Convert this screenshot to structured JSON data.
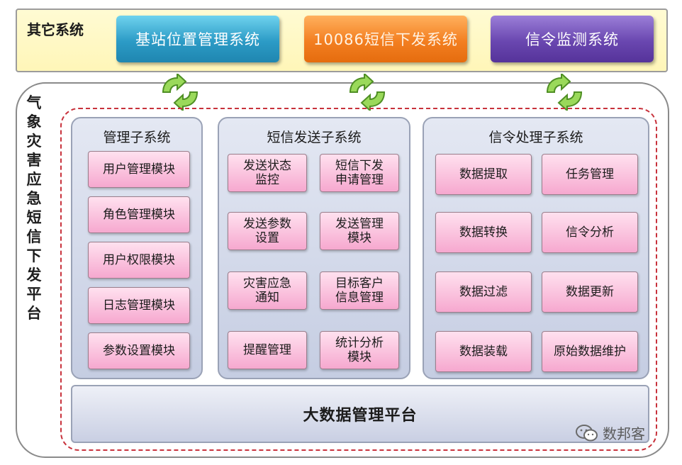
{
  "top": {
    "label": "其它系统",
    "systems": [
      "基站位置管理系统",
      "10086短信下发系统",
      "信令监测系统"
    ]
  },
  "main": {
    "title_chars": [
      "气",
      "象",
      "灾",
      "害",
      "应",
      "急",
      "短",
      "信",
      "下",
      "发",
      "平",
      "台"
    ],
    "subsystems": [
      {
        "title": "管理子系统",
        "modules": [
          "用户管理模块",
          "角色管理模块",
          "用户权限模块",
          "日志管理模块",
          "参数设置模块"
        ]
      },
      {
        "title": "短信发送子系统",
        "modules": [
          [
            "发送状态",
            "监控"
          ],
          [
            "短信下发",
            "申请管理"
          ],
          [
            "发送参数",
            "设置"
          ],
          [
            "发送管理",
            "模块"
          ],
          [
            "灾害应急",
            "通知"
          ],
          [
            "目标客户",
            "信息管理"
          ],
          [
            "提醒管理"
          ],
          [
            "统计分析",
            "模块"
          ]
        ]
      },
      {
        "title": "信令处理子系统",
        "modules": [
          "数据提取",
          "任务管理",
          "数据转换",
          "信令分析",
          "数据过滤",
          "数据更新",
          "数据装载",
          "原始数据维护"
        ]
      }
    ],
    "platform": "大数据管理平台"
  },
  "watermark": {
    "text": "数邦客"
  },
  "colors": {
    "top_panel": "#fff6b8",
    "sys_blue": "#2c9bc6",
    "sys_orange": "#f37f21",
    "sys_purple": "#6a47b0",
    "module_pink": "#f6a8cf",
    "dashed_red": "#c8323c",
    "sync_green": "#8fd14f"
  },
  "icons": {
    "sync": "sync-arrows-icon",
    "wechat": "wechat-icon"
  }
}
